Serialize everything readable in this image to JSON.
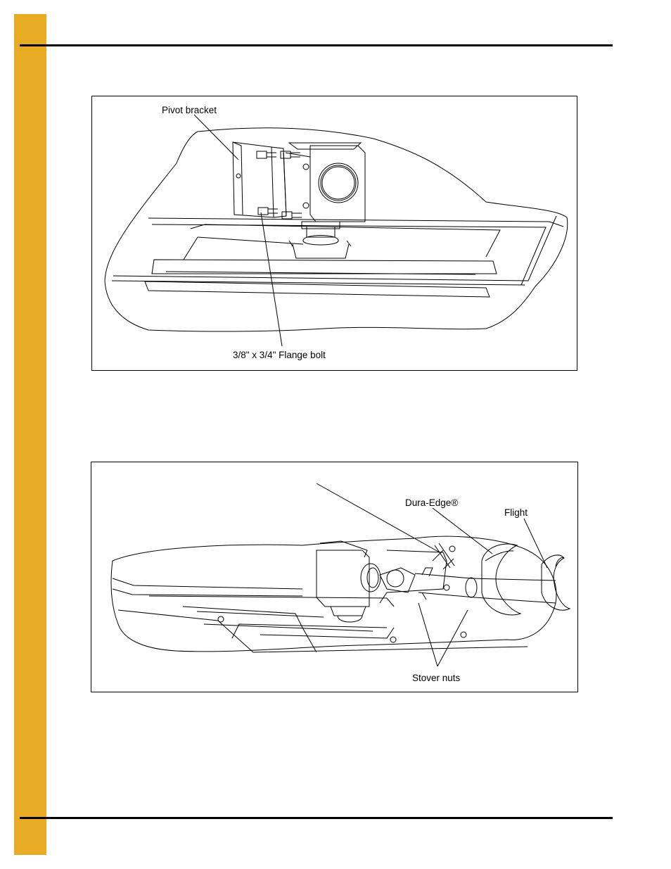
{
  "colors": {
    "side_tab": "#E8AB24",
    "rule": "#000000",
    "line": "#000000"
  },
  "figures": [
    {
      "callouts": {
        "pivot_bracket": "Pivot bracket",
        "flange_bolt": "3/8\" x 3/4\" Flange bolt"
      }
    },
    {
      "callouts": {
        "dura_edge": "Dura-Edge®",
        "flight": "Flight",
        "stover_nuts": "Stover nuts"
      }
    }
  ]
}
